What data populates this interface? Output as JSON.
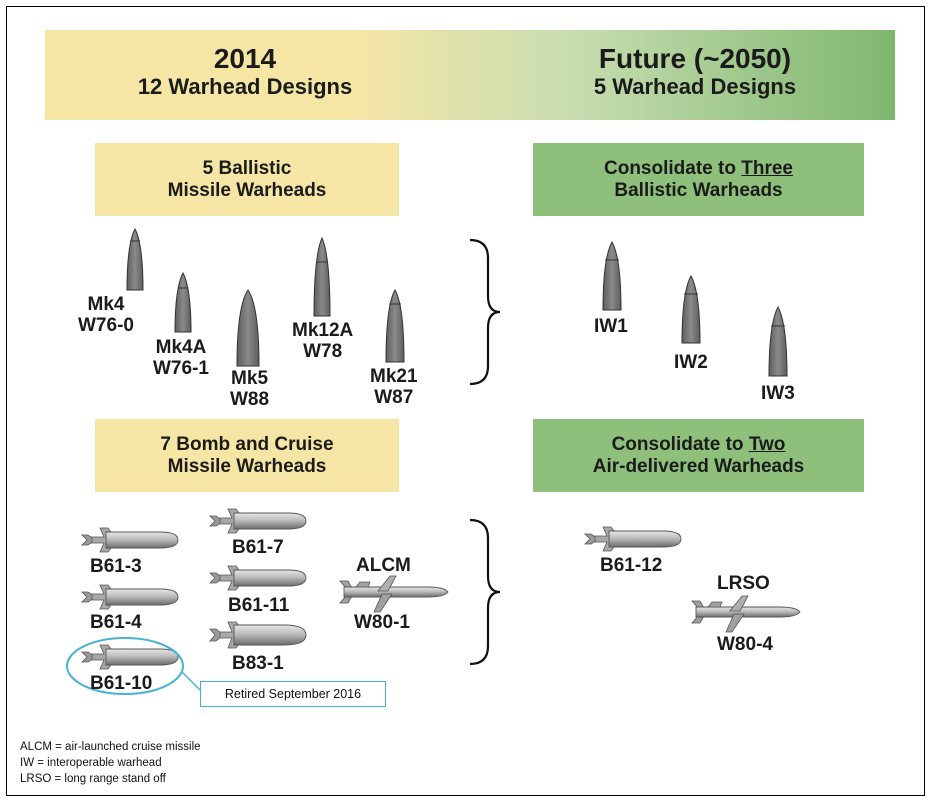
{
  "header": {
    "left_year": "2014",
    "left_sub": "12 Warhead Designs",
    "right_year": "Future (~2050)",
    "right_sub": "5 Warhead Designs"
  },
  "ballistic": {
    "left_box": {
      "line1": "5 Ballistic",
      "line2": "Missile Warheads"
    },
    "right_box": {
      "prefix": "Consolidate to ",
      "emph": "Three",
      "line2": "Ballistic Warheads"
    },
    "current": [
      {
        "line1": "Mk4",
        "line2": "W76-0"
      },
      {
        "line1": "Mk4A",
        "line2": "W76-1"
      },
      {
        "line1": "Mk5",
        "line2": "W88"
      },
      {
        "line1": "Mk12A",
        "line2": "W78"
      },
      {
        "line1": "Mk21",
        "line2": "W87"
      }
    ],
    "future": [
      "IW1",
      "IW2",
      "IW3"
    ]
  },
  "air": {
    "left_box": {
      "line1": "7 Bomb and Cruise",
      "line2": "Missile Warheads"
    },
    "right_box": {
      "prefix": "Consolidate to ",
      "emph": "Two",
      "line2": "Air-delivered Warheads"
    },
    "current_bombs": [
      "B61-3",
      "B61-4",
      "B61-10",
      "B61-7",
      "B61-11",
      "B83-1"
    ],
    "alcm": {
      "name": "ALCM",
      "warhead": "W80-1"
    },
    "retired_note": "Retired September 2016",
    "future_bomb": "B61-12",
    "future_missile": {
      "name": "LRSO",
      "warhead": "W80-4"
    }
  },
  "footnotes": [
    "ALCM = air-launched cruise missile",
    "IW = interoperable warhead",
    "LRSO = long range stand off"
  ],
  "colors": {
    "yellow": "#f6e6a6",
    "green": "#8ec07c",
    "warhead_gray": "#7b7b7b",
    "highlight": "#47b3d3"
  }
}
